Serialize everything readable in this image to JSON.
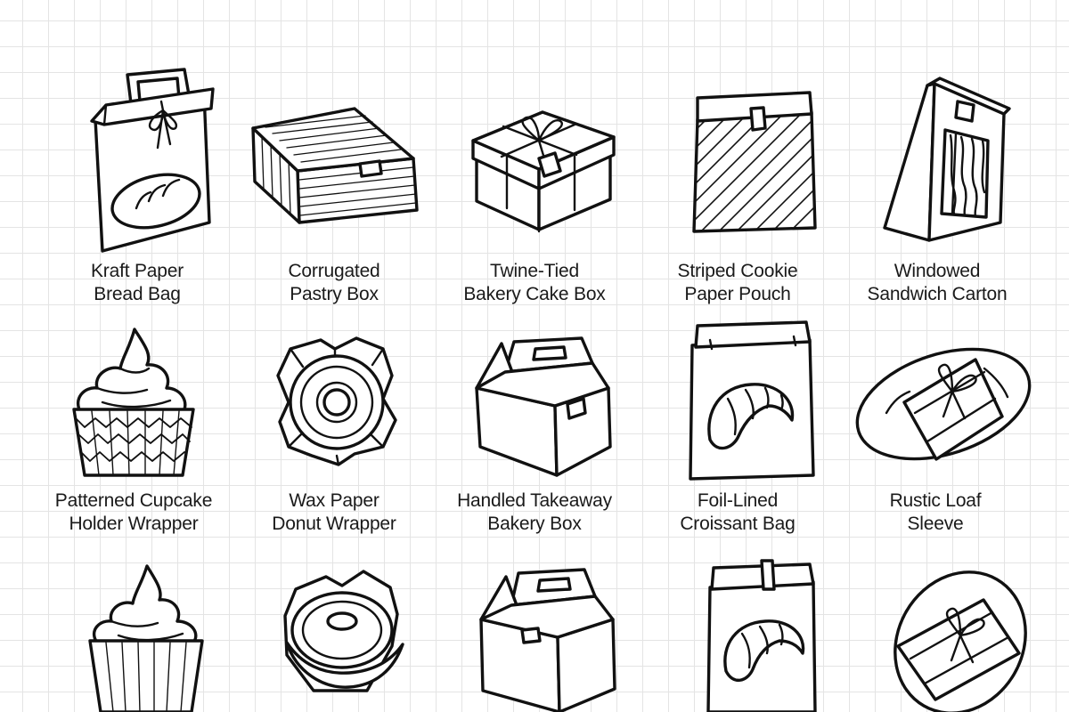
{
  "items": [
    {
      "line1": "Kraft Paper",
      "line2": "Bread Bag",
      "icon": "bread-bag-icon"
    },
    {
      "line1": "Corrugated",
      "line2": "Pastry Box",
      "icon": "pastry-box-icon"
    },
    {
      "line1": "Twine-Tied",
      "line2": "Bakery Cake Box",
      "icon": "cake-box-icon"
    },
    {
      "line1": "Striped Cookie",
      "line2": "Paper Pouch",
      "icon": "cookie-pouch-icon"
    },
    {
      "line1": "Windowed",
      "line2": "Sandwich Carton",
      "icon": "sandwich-carton-icon"
    },
    {
      "line1": "Patterned Cupcake",
      "line2": "Holder Wrapper",
      "icon": "cupcake-icon"
    },
    {
      "line1": "Wax Paper",
      "line2": "Donut Wrapper",
      "icon": "donut-wrapper-icon"
    },
    {
      "line1": "Handled Takeaway",
      "line2": "Bakery Box",
      "icon": "takeaway-box-icon"
    },
    {
      "line1": "Foil-Lined",
      "line2": "Croissant Bag",
      "icon": "croissant-bag-icon"
    },
    {
      "line1": "Rustic Loaf",
      "line2": "Sleeve",
      "icon": "loaf-sleeve-icon"
    }
  ],
  "partial_row_icons": [
    "cupcake-icon",
    "donut-wrapper-icon",
    "takeaway-box-icon",
    "croissant-bag-icon",
    "loaf-sleeve-icon"
  ]
}
